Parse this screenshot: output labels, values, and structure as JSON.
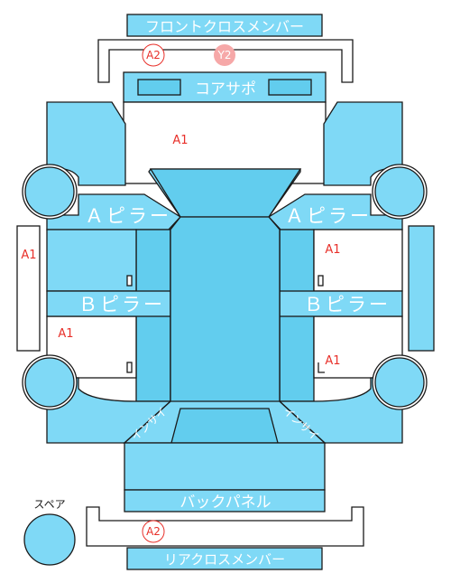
{
  "labels": {
    "front_cross_member": "フロントクロスメンバー",
    "core_support": "コアサポ",
    "a_pillar_left": "Ａピラー",
    "a_pillar_right": "Ａピラー",
    "b_pillar_left": "Ｂピラー",
    "b_pillar_right": "Ｂピラー",
    "back_panel": "バックパネル",
    "rear_cross_member": "リアクロスメンバー",
    "spare": "スペア",
    "inside_left": "インサイ",
    "inside_right": "インサイ"
  },
  "marks": {
    "front_cross_a2": "A2",
    "front_cross_y2": "Y2",
    "hood_a1": "A1",
    "left_side_a1": "A1",
    "right_front_door_a1": "A1",
    "left_rear_door_a1": "A1",
    "right_rear_door_a1": "A1",
    "rear_cross_a2": "A2"
  },
  "colors": {
    "panel": "#7fd9f6",
    "panel_dark": "#62cdee",
    "outline": "#1a1a1a",
    "mark_red": "#e8302a",
    "badge_fill": "#f6a8a8"
  }
}
